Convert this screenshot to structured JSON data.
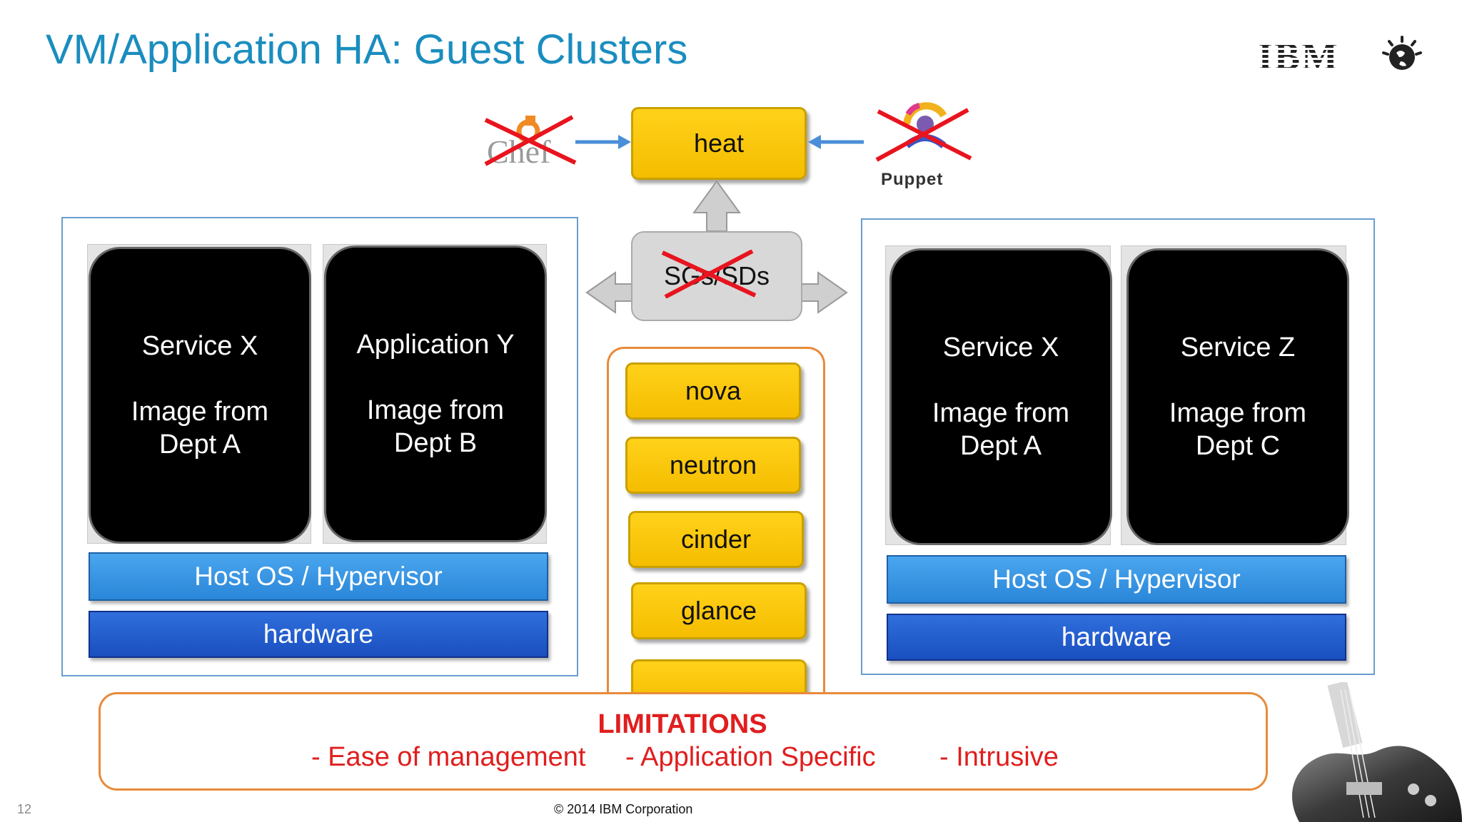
{
  "slide": {
    "title": "VM/Application HA: Guest Clusters",
    "logo": {
      "text": "IBM",
      "icon": "ibm-smarter-planet-globe-icon"
    },
    "page_number": "12",
    "copyright": "© 2014 IBM Corporation"
  },
  "orchestration": {
    "heat_label": "heat",
    "chef_label": "Chef",
    "puppet_label": "Puppet",
    "sgs_label": "SGs/SDs"
  },
  "openstack_services": [
    "nova",
    "neutron",
    "cinder",
    "glance"
  ],
  "left_panel": {
    "vms": [
      {
        "line1": "Service X",
        "line2": "Image from",
        "line3": "Dept A"
      },
      {
        "line1": "Application Y",
        "line2": "Image from",
        "line3": "Dept B"
      }
    ],
    "host_os": "Host OS / Hypervisor",
    "hardware": "hardware"
  },
  "right_panel": {
    "vms": [
      {
        "line1": "Service X",
        "line2": "Image from",
        "line3": "Dept A"
      },
      {
        "line1": "Service Z",
        "line2": "Image from",
        "line3": "Dept C"
      }
    ],
    "host_os": "Host OS / Hypervisor",
    "hardware": "hardware"
  },
  "limitations": {
    "title": "LIMITATIONS",
    "items": [
      "- Ease of management",
      "-  Application Specific",
      "- Intrusive"
    ]
  },
  "colors": {
    "title_blue": "#1a8dbf",
    "service_yellow": "#ffd21a",
    "host_os_blue": "#3a96e6",
    "hardware_blue": "#1f58c8",
    "limitation_red": "#e01e1e",
    "cross_red": "#e8141e"
  }
}
